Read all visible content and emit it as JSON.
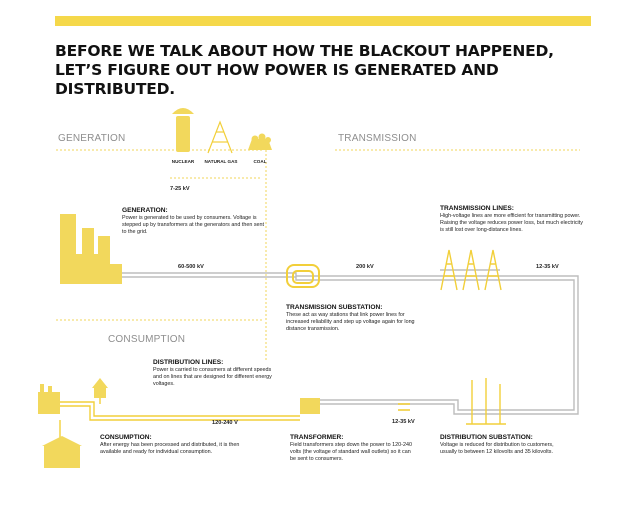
{
  "headline": "BEFORE WE TALK ABOUT HOW THE BLACKOUT HAPPENED, LET’S FIGURE OUT HOW POWER IS GENERATED AND DISTRIBUTED.",
  "sections": {
    "generation": "GENERATION",
    "transmission": "TRANSMISSION",
    "consumption": "CONSUMPTION"
  },
  "fuels": {
    "nuclear": "NUCLEAR",
    "natural_gas": "NATURAL GAS",
    "coal": "COAL"
  },
  "voltages": {
    "fuel_output": "7-25 kV",
    "generation_out": "60-500 kV",
    "transmission": "200 kV",
    "lines_end": "12-35 kV",
    "distribution": "12-35 kV",
    "consumer": "120-240 V"
  },
  "blocks": {
    "generation": {
      "title": "GENERATION:",
      "body": "Power is generated to be used by consumers. Voltage is stepped up by transformers at the generators and then sent to the grid."
    },
    "transmission_lines": {
      "title": "TRANSMISSION LINES:",
      "body": "High-voltage lines are more efficient for transmitting power. Raising the voltage reduces power loss, but much electricity is still lost over long-distance lines."
    },
    "transmission_substation": {
      "title": "TRANSMISSION SUBSTATION:",
      "body": "These act as way stations that link power lines for increased reliability and step up voltage again for long distance transmission."
    },
    "distribution_lines": {
      "title": "DISTRIBUTION LINES:",
      "body": "Power is carried to consumers at different speeds and on lines that are designed for different energy voltages."
    },
    "consumption": {
      "title": "CONSUMPTION:",
      "body": "After energy has been processed and distributed, it is then available and ready for individual consumption."
    },
    "transformer": {
      "title": "TRANSFORMER:",
      "body": "Field transformers step down the power to 120-240 volts (the voltage of standard wall outlets) so it can be sent to consumers."
    },
    "distribution_substation": {
      "title": "DISTRIBUTION SUBSTATION:",
      "body": "Voltage is reduced for distribution to customers, usually to between 12 kilovolts and 35 kilovolts."
    }
  },
  "colors": {
    "accent": "#f5d84a",
    "accent_dark": "#e6c22b",
    "line_gray": "#bdbdbd",
    "text": "#111111"
  }
}
